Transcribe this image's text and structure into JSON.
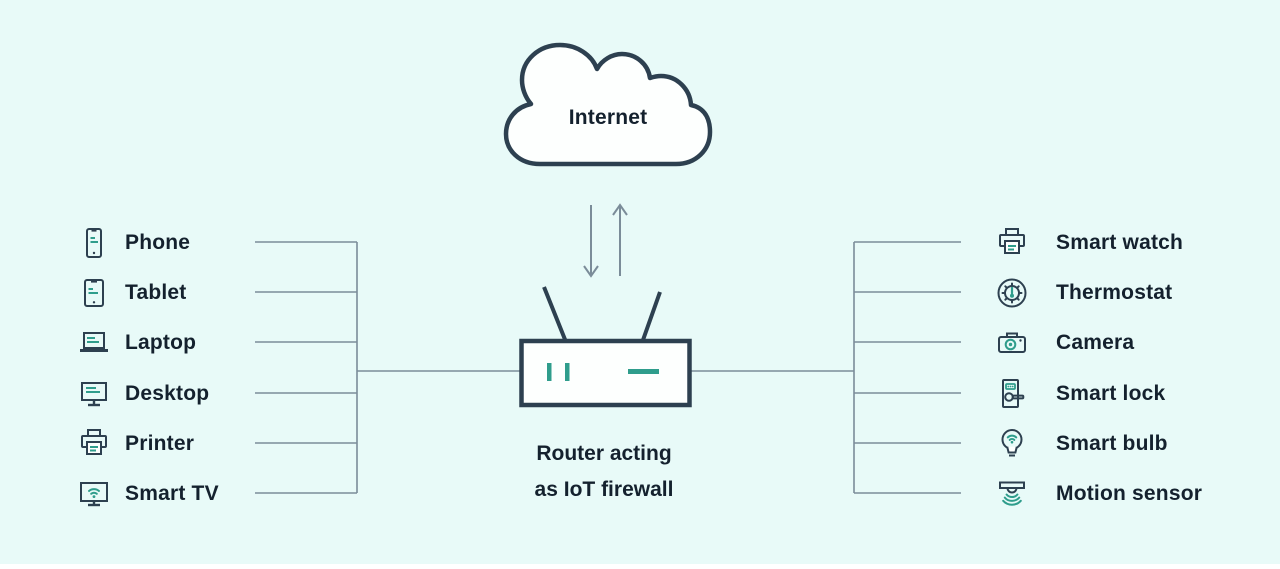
{
  "cloud": {
    "label": "Internet"
  },
  "router": {
    "caption_line1": "Router acting",
    "caption_line2": "as IoT firewall"
  },
  "left_devices": [
    {
      "label": "Phone"
    },
    {
      "label": "Tablet"
    },
    {
      "label": "Laptop"
    },
    {
      "label": "Desktop"
    },
    {
      "label": "Printer"
    },
    {
      "label": "Smart TV"
    }
  ],
  "right_devices": [
    {
      "label": "Smart watch"
    },
    {
      "label": "Thermostat"
    },
    {
      "label": "Camera"
    },
    {
      "label": "Smart lock"
    },
    {
      "label": "Smart bulb"
    },
    {
      "label": "Motion sensor"
    }
  ],
  "colors": {
    "background": "#e8faf8",
    "outline": "#2d4050",
    "accent": "#2f9d8c",
    "wire": "#7b8c99",
    "text": "#14212e",
    "shape_fill": "#fdfffe"
  }
}
